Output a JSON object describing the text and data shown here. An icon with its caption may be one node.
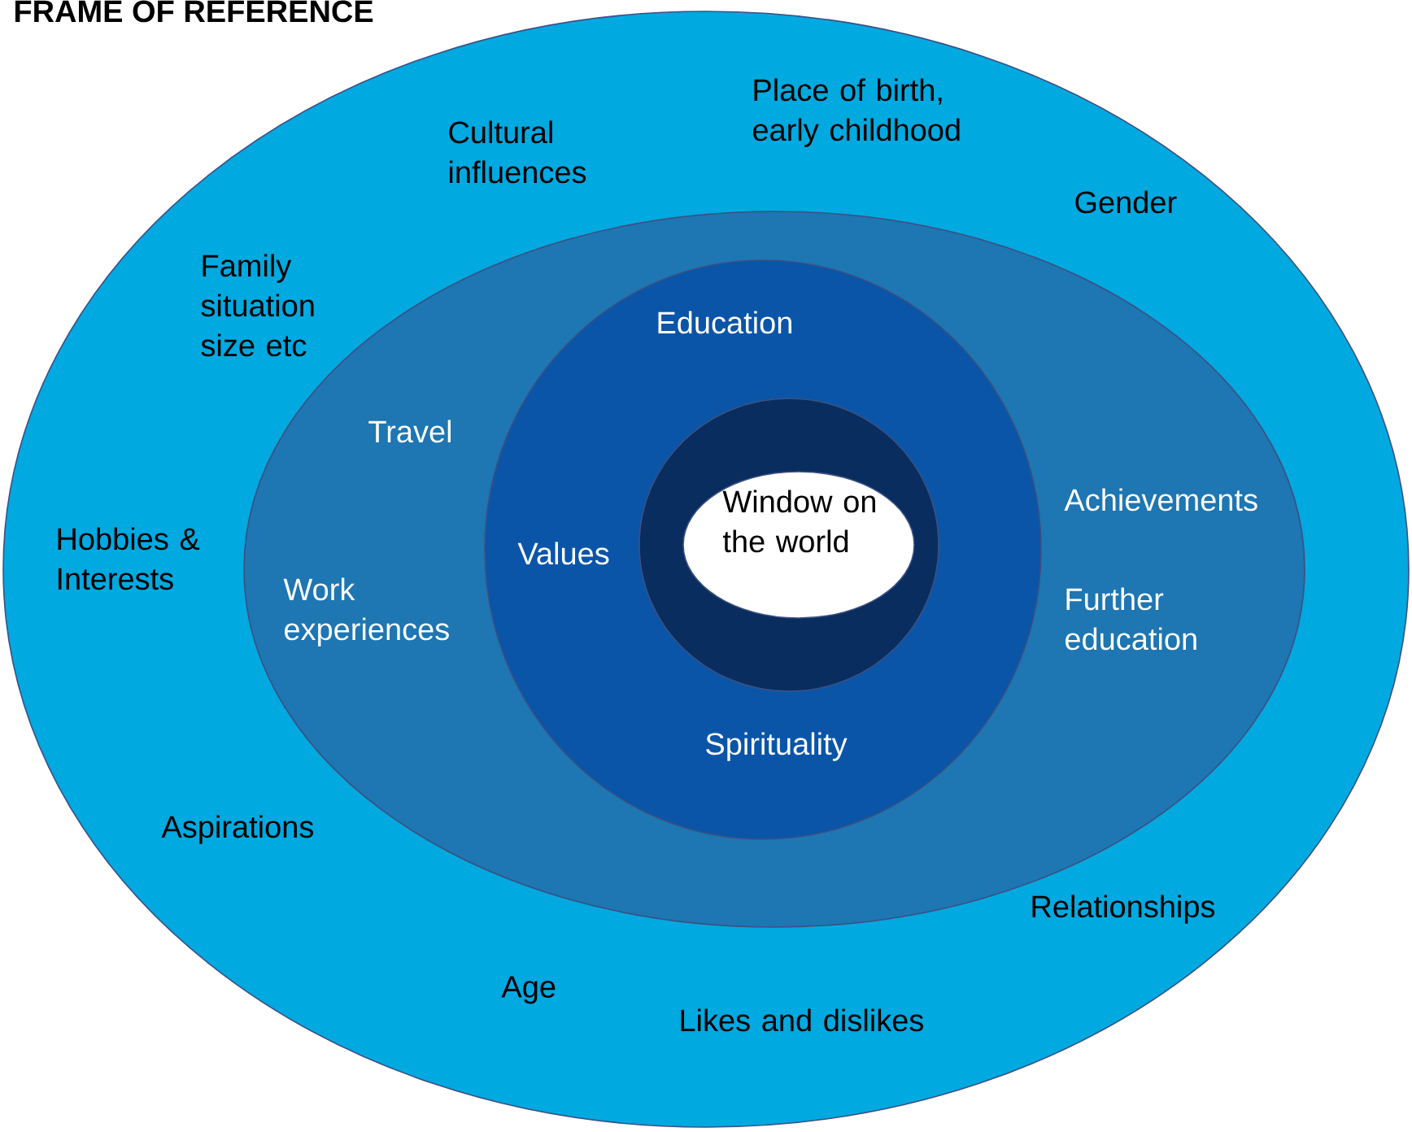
{
  "diagram": {
    "title": "FRAME OF REFERENCE",
    "nodes": [
      {
        "text": [
          "Cultural influences",
          "Place of birth, early childhood",
          "Gender",
          "Family situation size etc",
          "Hobbies & Interests",
          "Aspirations",
          "Age",
          "Likes and dislikes",
          "Relationships"
        ]
      },
      {
        "text": [
          "Travel",
          "Work experiences",
          "Achievements",
          "Further education"
        ],
        "in": 0
      },
      {
        "text": [
          "Education",
          "Values",
          "Spirituality"
        ],
        "in": 1
      },
      {
        "text": [],
        "shape": "circle",
        "in": 2
      },
      {
        "text": [
          "Window on the world"
        ],
        "in": 3
      }
    ]
  }
}
